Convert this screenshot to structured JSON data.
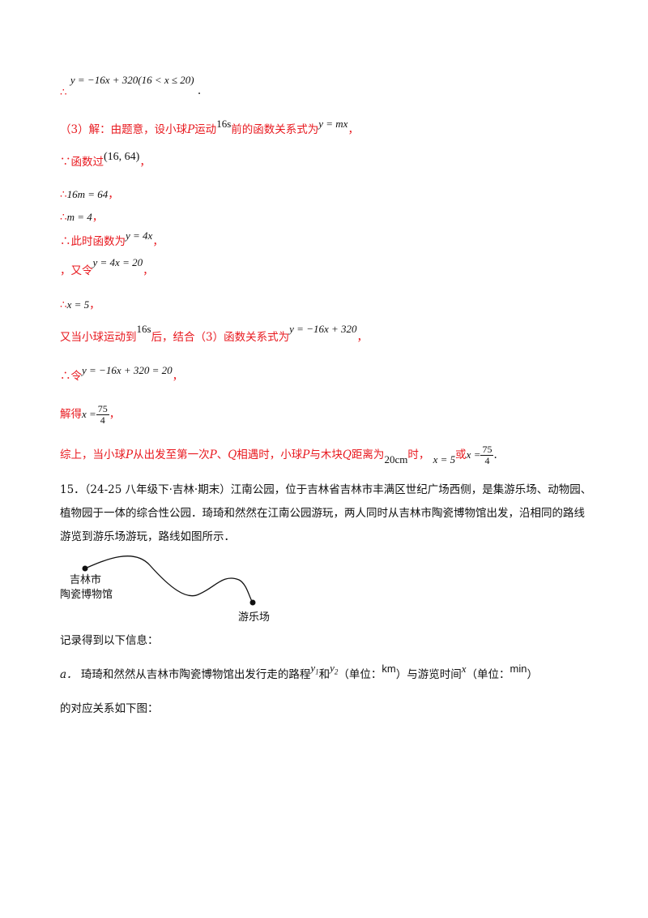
{
  "lines": {
    "l1_sym": "∴",
    "l1_math": "y = −16x + 320(16 < x ≤ 20)",
    "l1_end": ".",
    "l2_a": "（3）解：由题意，设小球",
    "l2_p": "P",
    "l2_b": "运动",
    "l2_t": "16s",
    "l2_c": "前的函数关系式为",
    "l2_math": "y = mx",
    "l2_end": "，",
    "l3_a": "∵函数过",
    "l3_math": "(16, 64)",
    "l3_end": "，",
    "l4_a": "∴",
    "l4_math": "16m = 64",
    "l4_end": "，",
    "l5_a": "∴",
    "l5_math": "m = 4",
    "l5_end": "，",
    "l6_a": "∴此时函数为",
    "l6_math": "y = 4x",
    "l6_end": "，",
    "l7_a": "，又令",
    "l7_math": "y = 4x = 20",
    "l7_end": "，",
    "l8_a": "∴",
    "l8_math": "x = 5",
    "l8_end": "，",
    "l9_a": "又当小球运动到",
    "l9_t": "16s",
    "l9_b": "后，结合（3）函数关系式为",
    "l9_math": "y = −16x + 320",
    "l9_end": "，",
    "l10_a": "∴令",
    "l10_math": "y = −16x + 320 = 20",
    "l10_end": "，",
    "l11_a": "解得",
    "l11_x": "x =",
    "l11_num": "75",
    "l11_den": "4",
    "l11_end": "，",
    "l12_a": "综上，当小球",
    "l12_p": "P",
    "l12_b": "从出发至第一次",
    "l12_p2": "P",
    "l12_c": "、",
    "l12_q": "Q",
    "l12_d": "相遇时，小球",
    "l12_p3": "P",
    "l12_e": "与木块",
    "l12_q2": "Q",
    "l12_f": "距离为",
    "l12_dist": "20cm",
    "l12_g": "时，",
    "l12_x1": "x = 5",
    "l12_or": "或",
    "l12_x2": "x =",
    "l12_num": "75",
    "l12_den": "4",
    "l12_end": "."
  },
  "problem": {
    "text": "15．（24-25 八年级下·吉林·期末）江南公园，位于吉林省吉林市丰满区世纪广场西侧，是集游乐场、动物园、植物园于一体的综合性公园．琦琦和然然在江南公园游玩，两人同时从吉林市陶瓷博物馆出发，沿相同的路线游览到游乐场游玩，路线如图所示．",
    "start_label_1": "吉林市",
    "start_label_2": "陶瓷博物馆",
    "end_label": "游乐场",
    "record": "记录得到以下信息：",
    "a_label": "a．",
    "a_text1": "琦琦和然然从吉林市陶瓷博物馆出发行走的路程",
    "a_y1": "y",
    "a_y1_sub": "1",
    "a_and": "和",
    "a_y2": "y",
    "a_y2_sub": "2",
    "a_unit1_pre": "（单位：",
    "a_unit1": "km",
    "a_unit1_post": "）与游览时间",
    "a_x": "x",
    "a_unit2_pre": "（单位：",
    "a_unit2": "min",
    "a_unit2_post": "）",
    "a_text2": "的对应关系如下图："
  }
}
